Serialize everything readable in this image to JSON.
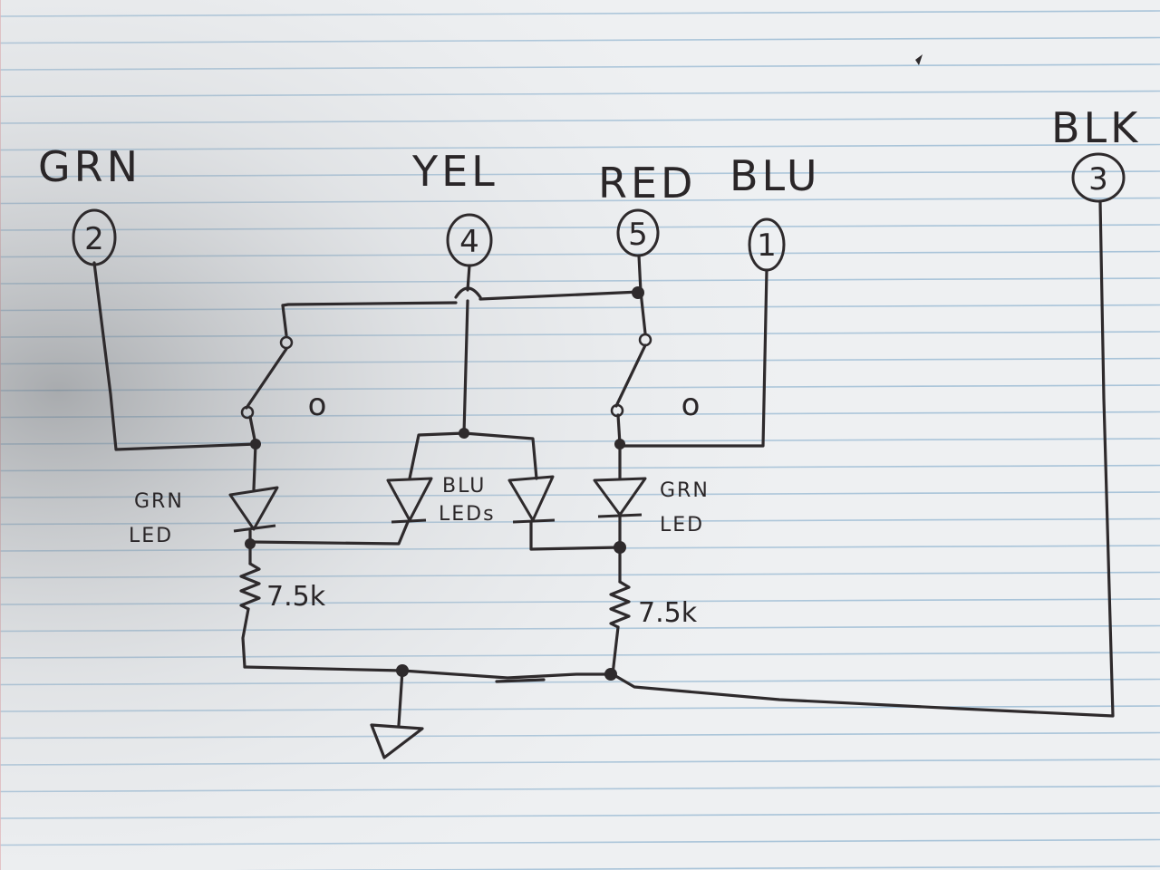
{
  "terminals": [
    {
      "id": "grn",
      "color_label": "GRN",
      "pin": "2"
    },
    {
      "id": "yel",
      "color_label": "YEL",
      "pin": "4"
    },
    {
      "id": "red",
      "color_label": "RED",
      "pin": "5"
    },
    {
      "id": "blu",
      "color_label": "BLU",
      "pin": "1"
    },
    {
      "id": "blk",
      "color_label": "BLK",
      "pin": "3"
    }
  ],
  "components": {
    "led_left": {
      "line1": "GRN",
      "line2": "LED"
    },
    "led_mid": {
      "line1": "BLU",
      "line2": "LEDs"
    },
    "led_right": {
      "line1": "GRN",
      "line2": "LED"
    },
    "resistor_left": {
      "value": "7.5k"
    },
    "resistor_right": {
      "value": "7.5k"
    },
    "switch_contact_left": "o",
    "switch_contact_right": "o"
  },
  "colors": {
    "paper": "#eef0f2",
    "ink": "#2e2a2c",
    "ruled_line": "#a9c4d9",
    "margin_line": "#e3b4b8"
  }
}
